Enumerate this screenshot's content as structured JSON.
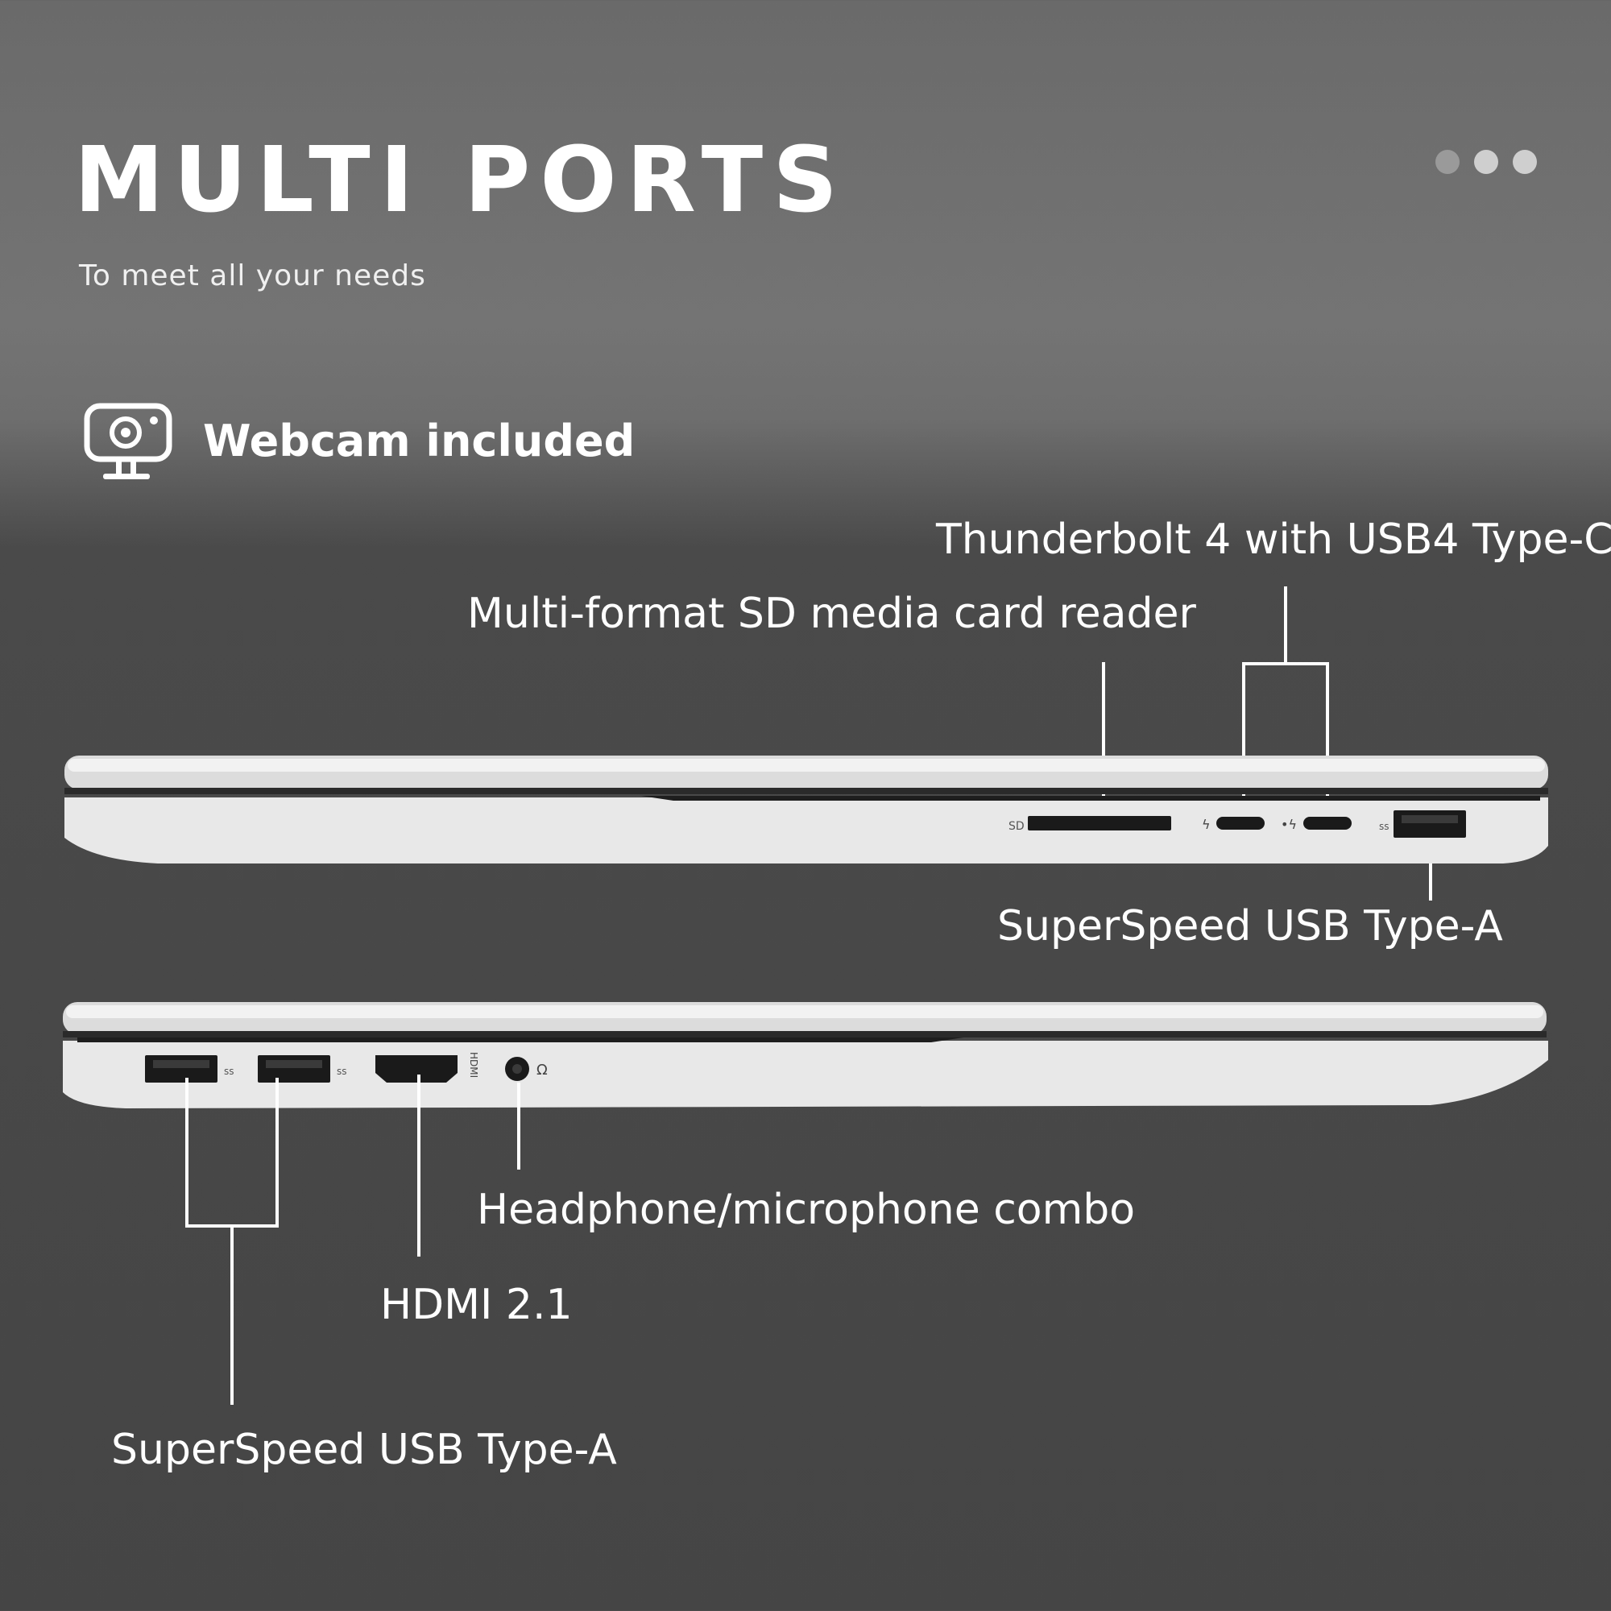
{
  "header": {
    "title": "MULTI PORTS",
    "subtitle": "To meet all your needs"
  },
  "feature": {
    "icon": "webcam-icon",
    "label": "Webcam included"
  },
  "carousel": {
    "dots": 3,
    "active_index": 2
  },
  "right_side": {
    "thunderbolt_label": "Thunderbolt 4 with USB4 Type-C",
    "sd_label": "Multi-format SD media card reader",
    "usb_a_label": "SuperSpeed USB Type-A",
    "port_marks": {
      "sd": "SD"
    }
  },
  "left_side": {
    "headphone_label": "Headphone/microphone combo",
    "hdmi_label": "HDMI 2.1",
    "usb_a_label": "SuperSpeed USB Type-A",
    "port_marks": {
      "hdmi": "HDMI"
    }
  },
  "colors": {
    "background_top": "#747474",
    "background_bottom": "#454545",
    "text": "#ffffff",
    "chassis": "#e6e6e6",
    "port": "#1a1a1a"
  }
}
